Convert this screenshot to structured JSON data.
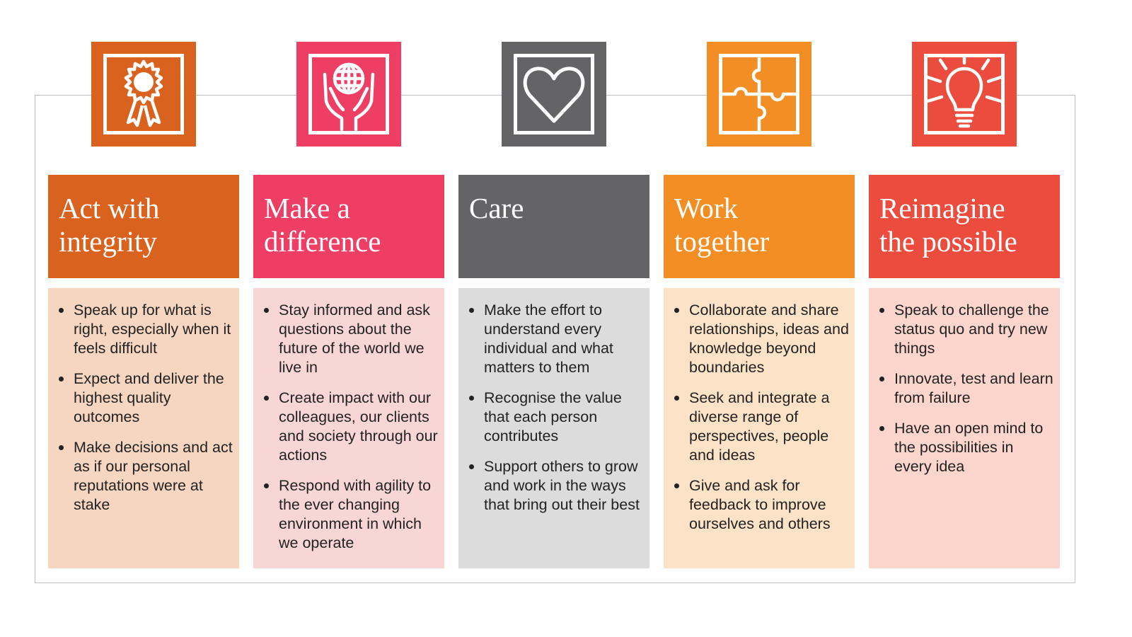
{
  "columns": [
    {
      "title_lines": [
        "Act with",
        "integrity"
      ],
      "icon": "award-ribbon-icon",
      "accent": "#d9621e",
      "body_bg": "#f6d6c0",
      "bullets": [
        "Speak up for what is right, especially when it feels difficult",
        "Expect and deliver the highest quality outcomes",
        "Make decisions and act as if our personal reputations were at stake"
      ]
    },
    {
      "title_lines": [
        "Make a",
        "difference"
      ],
      "icon": "hands-globe-icon",
      "accent": "#ef3e64",
      "body_bg": "#f9d6d6",
      "bullets": [
        "Stay informed and ask questions about the future of the world we live in",
        "Create impact with our colleagues, our clients and society through our actions",
        "Respond with agility to the ever changing environment in which we operate"
      ]
    },
    {
      "title_lines": [
        "Care"
      ],
      "icon": "heart-icon",
      "accent": "#646466",
      "body_bg": "#dcdcdd",
      "bullets": [
        "Make the effort to understand every individual and what matters to them",
        "Recognise the value that each person contributes",
        "Support others to grow and work in the ways that bring out their best"
      ]
    },
    {
      "title_lines": [
        "Work",
        "together"
      ],
      "icon": "puzzle-icon",
      "accent": "#f38e24",
      "body_bg": "#fce3c7",
      "bullets": [
        "Collaborate and share relationships, ideas and knowledge beyond boundaries",
        "Seek and integrate a diverse range of perspectives, people and ideas",
        "Give and ask for feedback to improve ourselves and others"
      ]
    },
    {
      "title_lines": [
        "Reimagine",
        "the possible"
      ],
      "icon": "lightbulb-icon",
      "accent": "#eb4c3e",
      "body_bg": "#fcd6cc",
      "bullets": [
        "Speak to challenge the status quo and try new things",
        "Innovate, test and learn from failure",
        "Have an open mind to the possibilities in every idea"
      ]
    }
  ]
}
